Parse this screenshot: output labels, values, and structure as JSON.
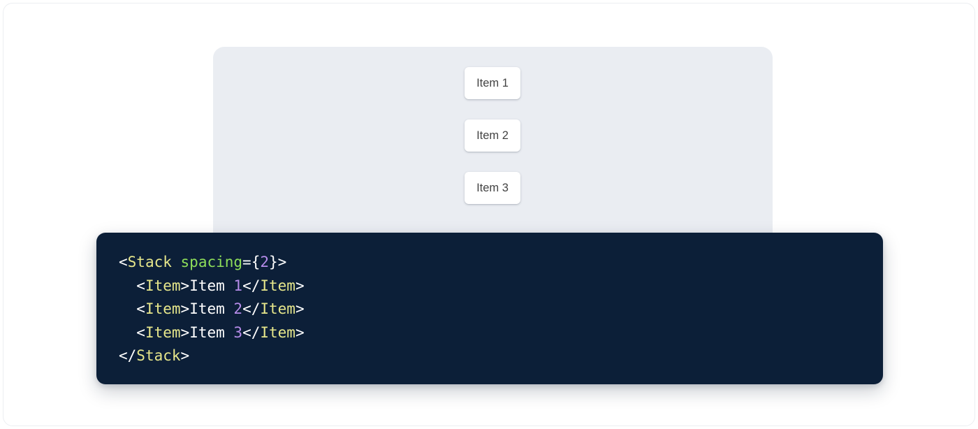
{
  "colors": {
    "page_background": "#ffffff",
    "frame_border": "#eceef1",
    "preview_panel_background": "#eaedf2",
    "item_card_background": "#ffffff",
    "item_card_text": "#434343",
    "code_background": "#0c1f38",
    "code_punctuation": "#ffffff",
    "code_tag": "#e7e78b",
    "code_attribute": "#8ede5a",
    "code_number": "#b68cea",
    "code_text": "#ffffff"
  },
  "preview": {
    "component_name": "Stack",
    "items": [
      {
        "label": "Item 1"
      },
      {
        "label": "Item 2"
      },
      {
        "label": "Item 3"
      }
    ]
  },
  "code": {
    "language": "jsx",
    "lines": [
      {
        "indent": "",
        "tokens": [
          {
            "text": "<",
            "type": "punct"
          },
          {
            "text": "Stack",
            "type": "tag"
          },
          {
            "text": " ",
            "type": "punct"
          },
          {
            "text": "spacing",
            "type": "attr"
          },
          {
            "text": "={",
            "type": "punct"
          },
          {
            "text": "2",
            "type": "num"
          },
          {
            "text": "}>",
            "type": "punct"
          }
        ]
      },
      {
        "indent": "  ",
        "tokens": [
          {
            "text": "<",
            "type": "punct"
          },
          {
            "text": "Item",
            "type": "tag"
          },
          {
            "text": ">",
            "type": "punct"
          },
          {
            "text": "Item ",
            "type": "text"
          },
          {
            "text": "1",
            "type": "num"
          },
          {
            "text": "</",
            "type": "punct"
          },
          {
            "text": "Item",
            "type": "tag"
          },
          {
            "text": ">",
            "type": "punct"
          }
        ]
      },
      {
        "indent": "  ",
        "tokens": [
          {
            "text": "<",
            "type": "punct"
          },
          {
            "text": "Item",
            "type": "tag"
          },
          {
            "text": ">",
            "type": "punct"
          },
          {
            "text": "Item ",
            "type": "text"
          },
          {
            "text": "2",
            "type": "num"
          },
          {
            "text": "</",
            "type": "punct"
          },
          {
            "text": "Item",
            "type": "tag"
          },
          {
            "text": ">",
            "type": "punct"
          }
        ]
      },
      {
        "indent": "  ",
        "tokens": [
          {
            "text": "<",
            "type": "punct"
          },
          {
            "text": "Item",
            "type": "tag"
          },
          {
            "text": ">",
            "type": "punct"
          },
          {
            "text": "Item ",
            "type": "text"
          },
          {
            "text": "3",
            "type": "num"
          },
          {
            "text": "</",
            "type": "punct"
          },
          {
            "text": "Item",
            "type": "tag"
          },
          {
            "text": ">",
            "type": "punct"
          }
        ]
      },
      {
        "indent": "",
        "tokens": [
          {
            "text": "</",
            "type": "punct"
          },
          {
            "text": "Stack",
            "type": "tag"
          },
          {
            "text": ">",
            "type": "punct"
          }
        ]
      }
    ]
  }
}
